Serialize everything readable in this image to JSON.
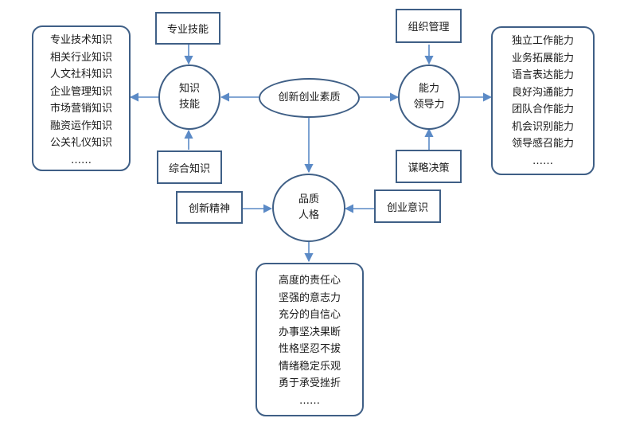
{
  "center": {
    "label": "创新创业素质"
  },
  "nodes": {
    "knowledge": {
      "line1": "知识",
      "line2": "技能"
    },
    "leadership": {
      "line1": "能力",
      "line2": "领导力"
    },
    "character": {
      "line1": "品质",
      "line2": "人格"
    }
  },
  "boxes": {
    "professional_skills": "专业技能",
    "general_knowledge": "综合知识",
    "org_management": "组织管理",
    "strategy_decision": "谋略决策",
    "innovation_spirit": "创新精神",
    "entrepreneur_awareness": "创业意识"
  },
  "lists": {
    "knowledge_items": [
      "专业技术知识",
      "相关行业知识",
      "人文社科知识",
      "企业管理知识",
      "市场营销知识",
      "融资运作知识",
      "公关礼仪知识",
      "……"
    ],
    "ability_items": [
      "独立工作能力",
      "业务拓展能力",
      "语言表达能力",
      "良好沟通能力",
      "团队合作能力",
      "机会识别能力",
      "领导感召能力",
      "……"
    ],
    "character_items": [
      "高度的责任心",
      "坚强的意志力",
      "充分的自信心",
      "办事坚决果断",
      "性格坚忍不拔",
      "情绪稳定乐观",
      "勇于承受挫折",
      "……"
    ]
  },
  "colors": {
    "stroke": "#3f5f86",
    "arrow": "#5b8ac6"
  }
}
